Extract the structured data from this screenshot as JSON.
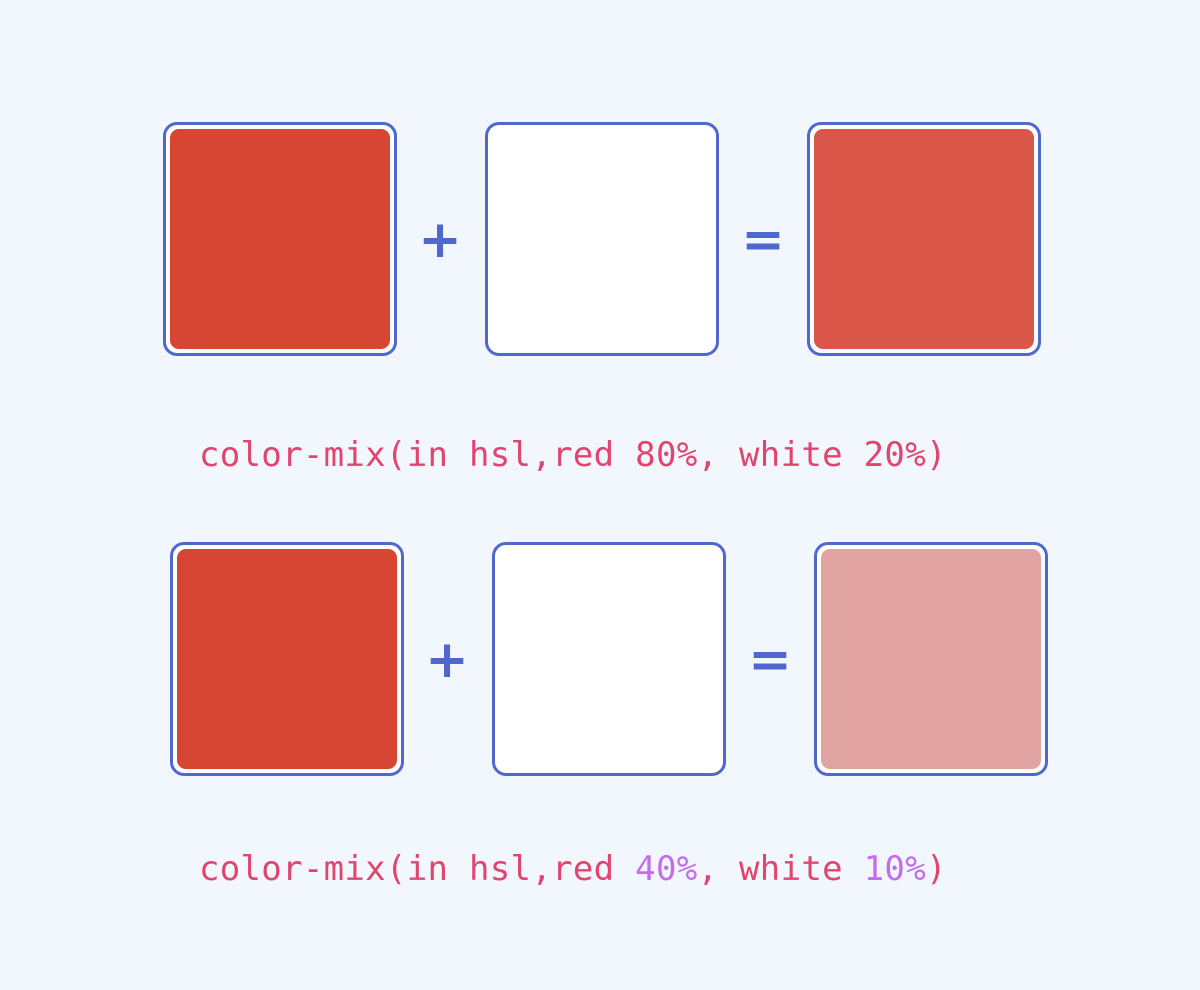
{
  "colors": {
    "red": "#d64632",
    "white": "#ffffff",
    "mix1": "#da5648",
    "mix2": "#e2a4a2",
    "border": "#5068cd",
    "text": "#e0456e",
    "highlight": "#c46cf0",
    "background": "#f2f7fd"
  },
  "operators": {
    "plus": "+",
    "equals": "="
  },
  "formulas": [
    {
      "prefix": "color-mix(in hsl,red ",
      "red_pct": "80%",
      "middle": ", white ",
      "white_pct": "20%",
      "suffix": ")"
    },
    {
      "prefix": "color-mix(in hsl,red ",
      "red_pct": "40%",
      "middle": ", white ",
      "white_pct": "10%",
      "suffix": ")"
    }
  ]
}
